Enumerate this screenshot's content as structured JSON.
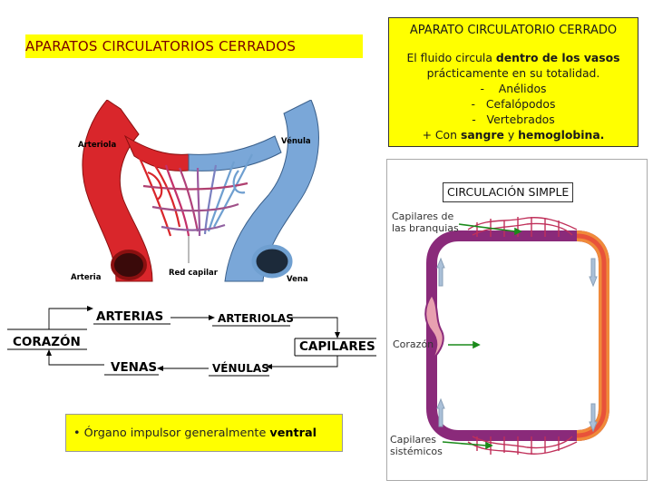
{
  "left_title": "APARATOS CIRCULATORIOS CERRADOS",
  "right_box": {
    "title": "APARATO CIRCULATORIO CERRADO",
    "line1_pre": "El fluido circula ",
    "line1_bold": "dentro de los vasos",
    "line2": "prácticamente en su totalidad.",
    "list": [
      "-    Anélidos",
      "-   Cefalópodos",
      "-   Vertebrados"
    ],
    "line_last_pre": "+ Con ",
    "line_last_bold1": "sangre",
    "line_last_mid": " y ",
    "line_last_bold2": "hemoglobina."
  },
  "vessel_labels": {
    "arteriola": "Arteriola",
    "venula": "Vénula",
    "arteria": "Arteria",
    "red_capilar": "Red capilar",
    "vena": "Vena"
  },
  "flow_diagram": {
    "corazon": "CORAZÓN",
    "arterias": "ARTERIAS",
    "arteriolas": "ARTERIOLAS",
    "capilares": "CAPILARES",
    "venas": "VENAS",
    "venulas": "VÉNULAS"
  },
  "note": {
    "bullet": "•",
    "pre": " Órgano impulsor generalmente ",
    "bold": "ventral"
  },
  "simple_circ": {
    "tag": "CIRCULACIÓN SIMPLE",
    "label_branquias": "Capilares  de las branquias",
    "label_corazon": "Corazón",
    "label_sistemicos": "Capilares sistémicos"
  },
  "colors": {
    "yellow": "#ffff00",
    "artery_red": "#d9262b",
    "vein_blue": "#6f9fd0",
    "purple": "#8a2a7a",
    "orange": "#f08a3a",
    "green_pointer": "#1a8a1a"
  }
}
